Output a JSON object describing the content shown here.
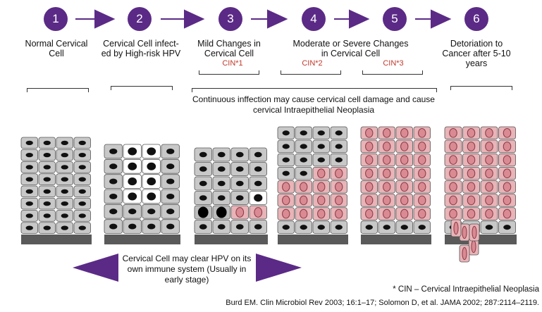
{
  "steps": [
    {
      "num": "1",
      "label": "Normal Cervical Cell"
    },
    {
      "num": "2",
      "label": "Cervical Cell infect-ed by High-risk HPV"
    },
    {
      "num": "3",
      "label": "Mild Changes in Cervical Cell"
    },
    {
      "num": "4",
      "label": "Moderate or Severe Changes in Cervical Cell"
    },
    {
      "num": "5",
      "label": ""
    },
    {
      "num": "6",
      "label": "Detoriation to Cancer after 5-10 years"
    }
  ],
  "cin": [
    "CIN*1",
    "CIN*2",
    "CIN*3"
  ],
  "infection_note": "Continuous inffection may cause cervical cell damage and cause cervical Intraepithelial Neoplasia",
  "clear_note": "Cervical Cell may clear HPV on its own immune system (Usually in early stage)",
  "footnote": "* CIN – Cervical Intraepithelial Neoplasia",
  "citation": "Burd EM. Clin Microbiol Rev 2003; 16:1–17; Solomon D, et al. JAMA 2002; 287:2114–2119.",
  "colors": {
    "accent": "#5b2a86",
    "cin": "#c0392b",
    "cell_gray": "#c8c8c8",
    "cell_pink": "#e8b4b8"
  }
}
